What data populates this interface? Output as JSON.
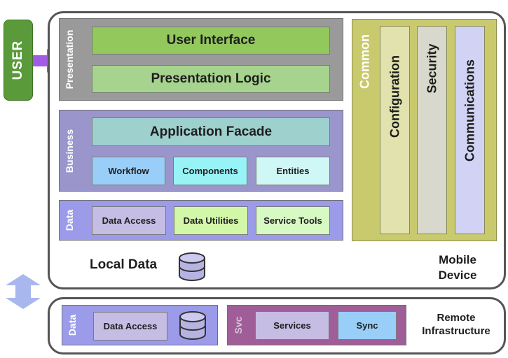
{
  "user": {
    "label": "USER"
  },
  "mobile_device": {
    "label_line1": "Mobile",
    "label_line2": "Device",
    "local_data_label": "Local Data",
    "presentation": {
      "label": "Presentation",
      "user_interface": "User Interface",
      "presentation_logic": "Presentation Logic"
    },
    "business": {
      "label": "Business",
      "application_facade": "Application Facade",
      "workflow": "Workflow",
      "components": "Components",
      "entities": "Entities"
    },
    "data": {
      "label": "Data",
      "data_access": "Data Access",
      "data_utilities": "Data Utilities",
      "service_tools": "Service Tools"
    },
    "common": {
      "label": "Common",
      "configuration": "Configuration",
      "security": "Security",
      "communications": "Communications"
    }
  },
  "remote_infrastructure": {
    "label_line1": "Remote",
    "label_line2": "Infrastructure",
    "data": {
      "label": "Data",
      "data_access": "Data Access"
    },
    "svc": {
      "label": "Svc",
      "services": "Services",
      "sync": "Sync"
    }
  },
  "colors": {
    "user_green": "#5a9a3a",
    "arrow_purple": "#a25be6",
    "presentation_gray": "#9a9a9a",
    "business_purple": "#9a96cc",
    "data_blue": "#9b9be9",
    "common_olive": "#c9c96e",
    "svc_plum": "#a05e98",
    "sync_arrow": "#a9b7ef"
  }
}
